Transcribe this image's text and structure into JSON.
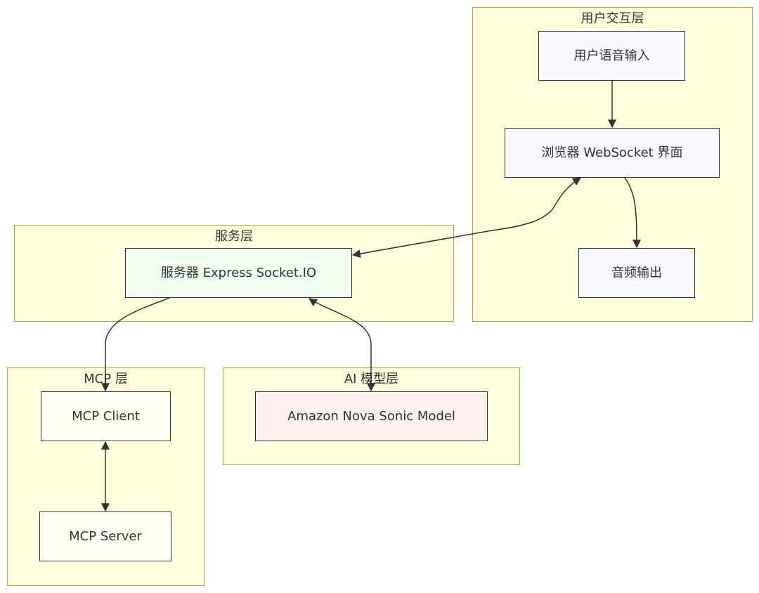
{
  "colors": {
    "cluster_fill": "#ffffde",
    "cluster_border": "#aaaa33",
    "node_border": "#333333",
    "edge": "#333333",
    "user_node_fill": "#f8f8ff",
    "server_node_fill": "#f0fff0",
    "mcp_node_fill": "#fffff5",
    "ai_node_fill": "#fff0f0"
  },
  "clusters": {
    "user": {
      "title": "用户交互层"
    },
    "service": {
      "title": "服务层"
    },
    "mcp": {
      "title": "MCP 层"
    },
    "ai": {
      "title": "AI 模型层"
    }
  },
  "nodes": {
    "voice_input": {
      "label": "用户语音输入"
    },
    "browser": {
      "label": "浏览器 WebSocket 界面"
    },
    "audio_output": {
      "label": "音频输出"
    },
    "server": {
      "label": "服务器 Express Socket.IO"
    },
    "mcp_client": {
      "label": "MCP Client"
    },
    "mcp_server": {
      "label": "MCP Server"
    },
    "nova": {
      "label": "Amazon Nova Sonic Model"
    }
  },
  "edges": [
    {
      "from": "voice_input",
      "to": "browser",
      "direction": "one-way"
    },
    {
      "from": "browser",
      "to": "audio_output",
      "direction": "one-way"
    },
    {
      "from": "browser",
      "to": "server",
      "direction": "two-way"
    },
    {
      "from": "server",
      "to": "mcp_client",
      "direction": "one-way"
    },
    {
      "from": "server",
      "to": "nova",
      "direction": "two-way"
    },
    {
      "from": "mcp_client",
      "to": "mcp_server",
      "direction": "two-way"
    }
  ]
}
